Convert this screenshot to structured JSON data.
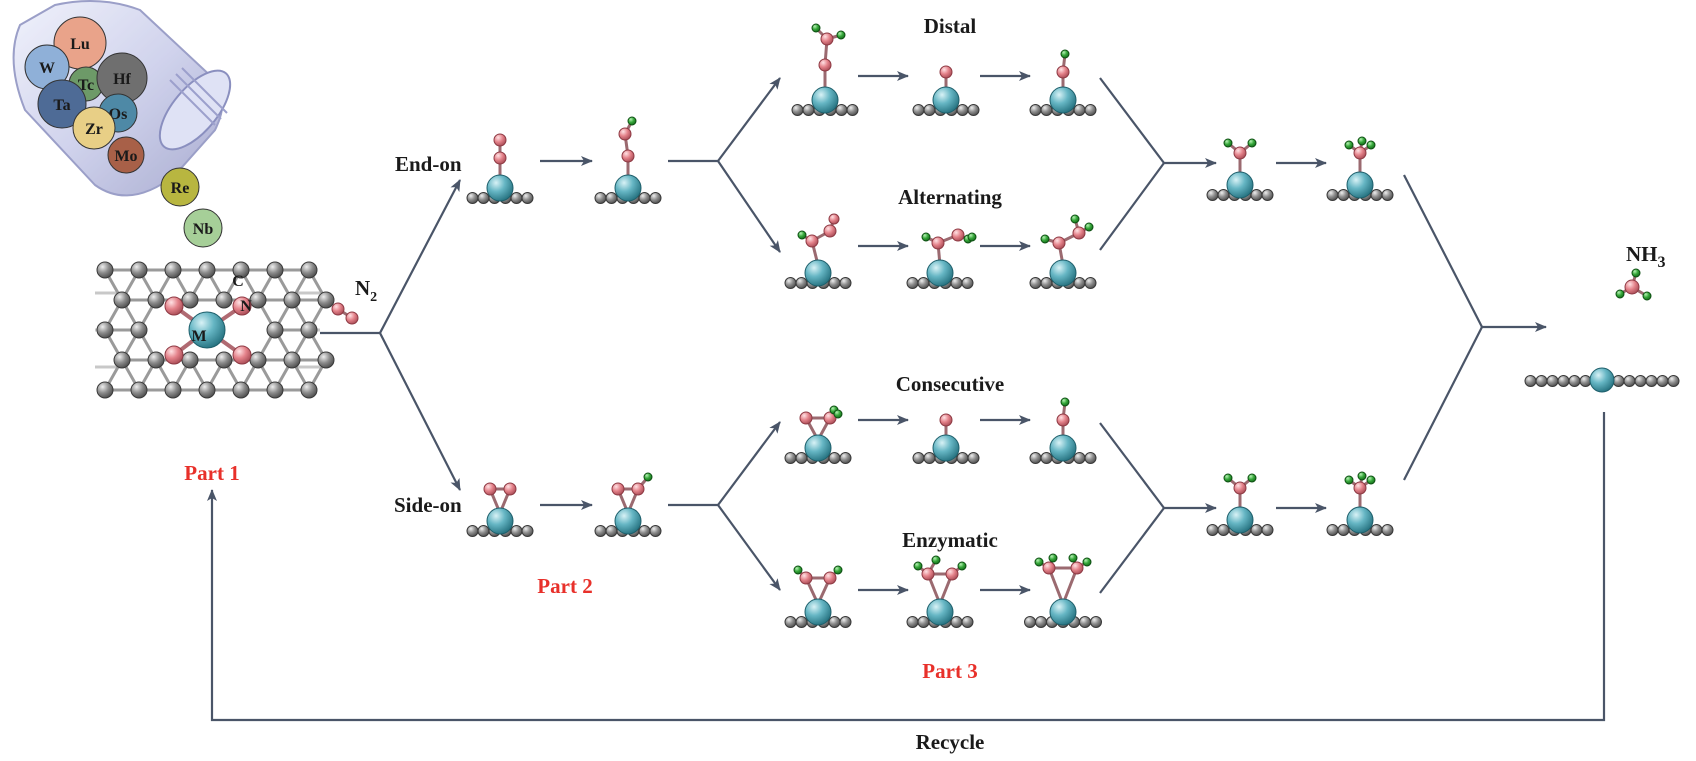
{
  "labels": {
    "end_on": "End-on",
    "side_on": "Side-on",
    "distal": "Distal",
    "alternating": "Alternating",
    "consecutive": "Consecutive",
    "enzymatic": "Enzymatic",
    "recycle": "Recycle",
    "n2": "N",
    "n2_sub": "2",
    "nh3": "NH",
    "nh3_sub": "3",
    "center_atom": "M",
    "c_label": "C",
    "n_label": "N"
  },
  "parts": {
    "part1": "Part 1",
    "part2": "Part 2",
    "part3": "Part 3"
  },
  "jar_elements": [
    "Lu",
    "W",
    "Tc",
    "Hf",
    "Ta",
    "Os",
    "Zr",
    "Mo",
    "Re",
    "Nb"
  ],
  "colors": {
    "arrow": "#4a5568",
    "part_label": "#e8302a",
    "metal": "#5aa8b8",
    "nitrogen": "#e07a82",
    "hydrogen": "#2e9c32",
    "carbon": "#8a8a8a"
  }
}
